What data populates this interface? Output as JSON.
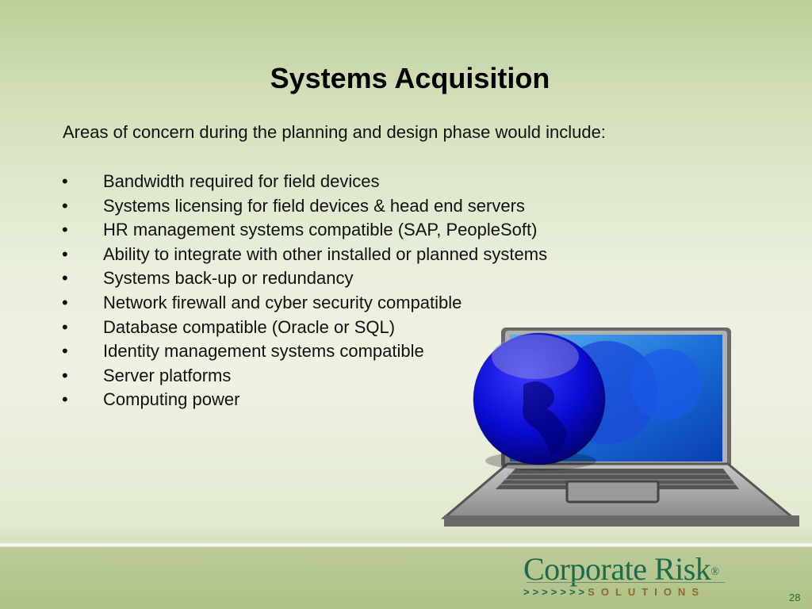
{
  "slide": {
    "title": "Systems Acquisition",
    "intro": "Areas of concern during the planning and design phase would include:",
    "bullet_char": "•",
    "bullets": [
      "Bandwidth required for field devices",
      "Systems licensing for field devices & head end servers",
      "HR management systems compatible (SAP, PeopleSoft)",
      "Ability to integrate with other installed or planned systems",
      "Systems back-up or redundancy",
      "Network firewall and cyber security compatible",
      "Database compatible (Oracle or SQL)",
      "Identity management systems compatible",
      "Server platforms",
      "Computing power"
    ],
    "page_number": "28"
  },
  "logo": {
    "name": "Corporate Risk",
    "registered": "®",
    "arrows": ">>>>>>>",
    "sub": "SOLUTIONS"
  }
}
